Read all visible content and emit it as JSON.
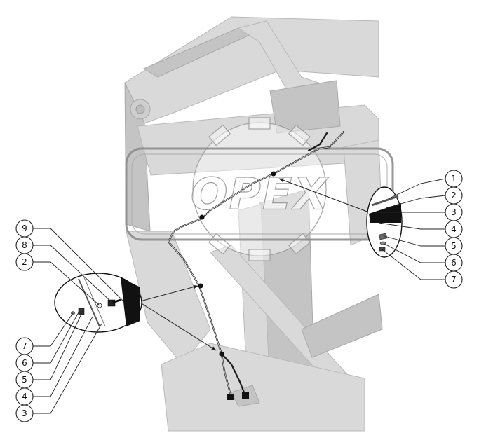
{
  "watermark": {
    "text": "OPEX"
  },
  "callouts": {
    "right": [
      "1",
      "2",
      "3",
      "4",
      "5",
      "6",
      "7"
    ],
    "left": [
      "9",
      "8",
      "2",
      "7",
      "6",
      "5",
      "4",
      "3"
    ]
  }
}
